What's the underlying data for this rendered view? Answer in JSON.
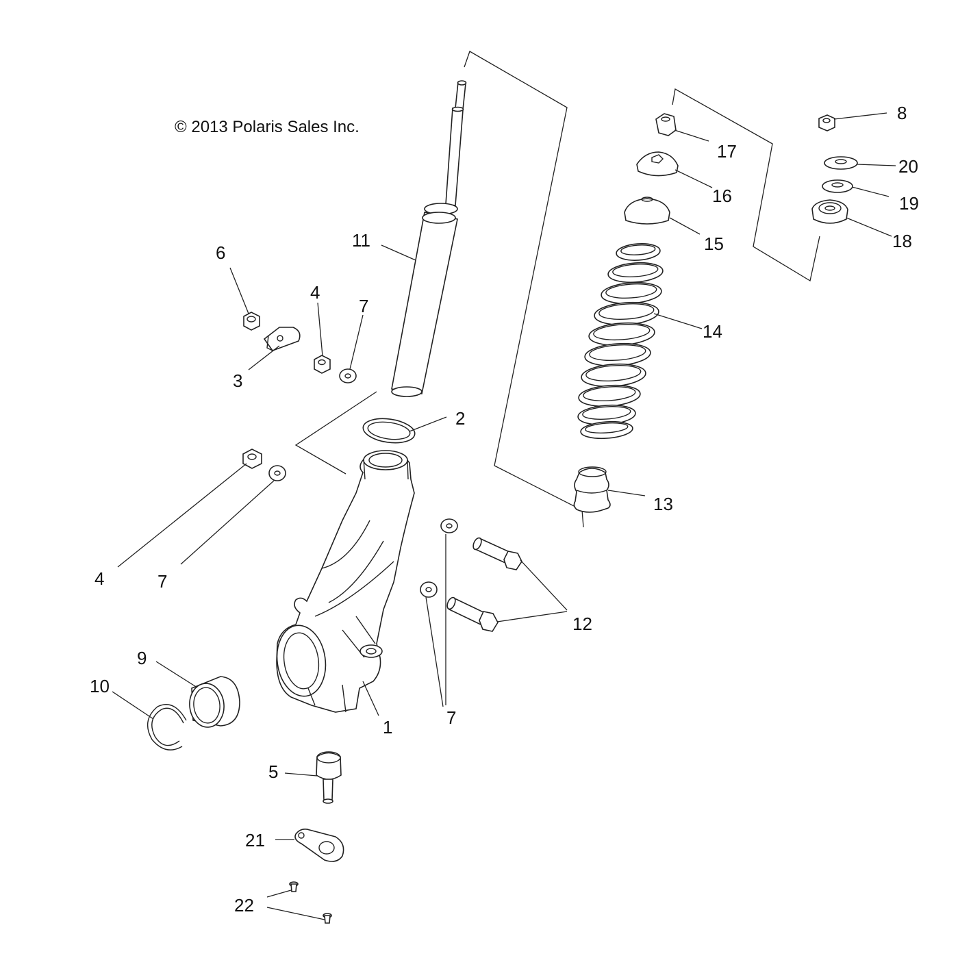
{
  "copyright": "© 2013 Polaris Sales Inc.",
  "callouts": {
    "c1": "1",
    "c2": "2",
    "c3": "3",
    "c4a": "4",
    "c4b": "4",
    "c5": "5",
    "c6": "6",
    "c7a": "7",
    "c7b": "7",
    "c7c": "7",
    "c8": "8",
    "c9": "9",
    "c10": "10",
    "c11": "11",
    "c12": "12",
    "c13": "13",
    "c14": "14",
    "c15": "15",
    "c16": "16",
    "c17": "17",
    "c18": "18",
    "c19": "19",
    "c20": "20",
    "c21": "21",
    "c22": "22"
  }
}
